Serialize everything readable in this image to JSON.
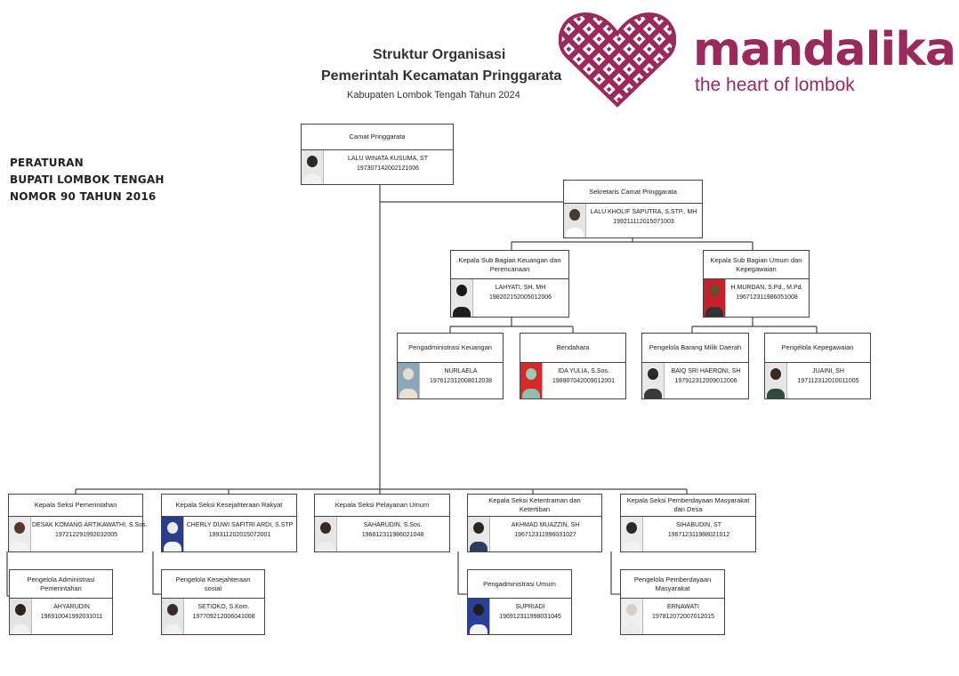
{
  "header": {
    "title_line1": "Struktur Organisasi",
    "title_line2": "Pemerintah Kecamatan Pringgarata",
    "subtitle": "Kabupaten Lombok Tengah Tahun 2024"
  },
  "regulation": {
    "line1": "PERATURAN",
    "line2": "BUPATI LOMBOK TENGAH",
    "line3": "NOMOR 90 TAHUN 2016"
  },
  "brand": {
    "name": "mandalika",
    "tagline": "the heart of lombok",
    "color": "#9b2a5c"
  },
  "positions": {
    "camat": {
      "title": "Camat Pringgarata",
      "name": "LALU WINATA KUSUMA, ST",
      "nip": "197307142002121006"
    },
    "sekcam": {
      "title": "Sekretaris Camat Pringgarata",
      "name": "LALU KHOLIF SAPUTRA, S.STP., MH",
      "nip": "199211112015071003"
    },
    "keuangan": {
      "title": "Kepala Sub Bagian Keuangan dan Perencanaan",
      "name": "LAHYATI, SH, MH",
      "nip": "198202152005012006"
    },
    "umum": {
      "title": "Kepala Sub Bagian Umum dan Kepegawaian",
      "name": "H.MURDAN, S.Pd., M.Pd.",
      "nip": "196712311986051008"
    },
    "adm_keu": {
      "title": "Pengadministrasi Keuangan",
      "name": "NURLAELA",
      "nip": "197612312008012038"
    },
    "bendahara": {
      "title": "Bendahara",
      "name": "IDA YULIA, S.Sos.",
      "nip": "198907042009012001"
    },
    "barang": {
      "title": "Pengelola Barang Milik Daerah",
      "name": "BAIQ SRI HAERONI, SH",
      "nip": "197912312009012006"
    },
    "pegawai": {
      "title": "Pengelola Kepegawaian",
      "name": "JUAINI, SH",
      "nip": "197112312010011005"
    },
    "pemerintahan": {
      "title": "Kepala Seksi Pemerintahan",
      "name": "DESAK KOMANG ARTIKAWATHI, S.Sos.",
      "nip": "197212291992032005"
    },
    "kesra": {
      "title": "Kepala Seksi Kesejahteraan Rakyat",
      "name": "CHERLY DUWI SAFITRI ARDI, S.STP",
      "nip": "199311202015072001"
    },
    "pelayanan": {
      "title": "Kepala Seksi Pelayanan Umum",
      "name": "SAHARUDIN, S.Sos.",
      "nip": "196812311986021048"
    },
    "trantib": {
      "title": "Kepala Seksi Ketentraman dan Ketertiban",
      "name": "AKHMAD MUAZZIN, SH",
      "nip": "196712311996031027"
    },
    "pmd": {
      "title": "Kepala Seksi Pemberdayaan Masyarakat dan Desa",
      "name": "SIHABUDIN, ST",
      "nip": "196712311988021012"
    },
    "adm_pem": {
      "title": "Pengelola Administrasi Pemerintahan",
      "name": "AHYARUDIN",
      "nip": "196910041992031011"
    },
    "kesos": {
      "title": "Pengelola Kesejahteraan sosial",
      "name": "SETIOKO, S.Kom.",
      "nip": "197709212006041008"
    },
    "adm_umum": {
      "title": "Pengadministrasi Umum",
      "name": "SUPRIADI",
      "nip": "196912311998031045"
    },
    "pemberdayaan": {
      "title": "Pengelola Pemberdayaan Masyarakat",
      "name": "ERNAWATI",
      "nip": "197812072007012015"
    }
  }
}
